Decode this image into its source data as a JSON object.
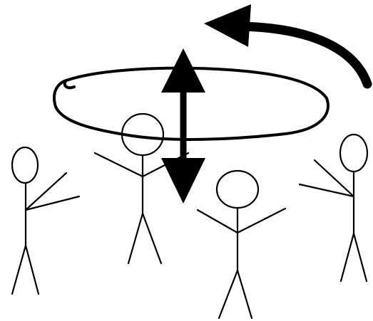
{
  "figures": [
    {
      "id": "figure-1"
    },
    {
      "id": "figure-2"
    },
    {
      "id": "figure-3"
    },
    {
      "id": "figure-4"
    }
  ],
  "icons": {
    "ring": "hand-drawn-ring",
    "rotation": "curved-arrow",
    "vertical": "double-headed-arrow"
  },
  "colors": {
    "ink": "#000000",
    "background": "#ffffff"
  }
}
